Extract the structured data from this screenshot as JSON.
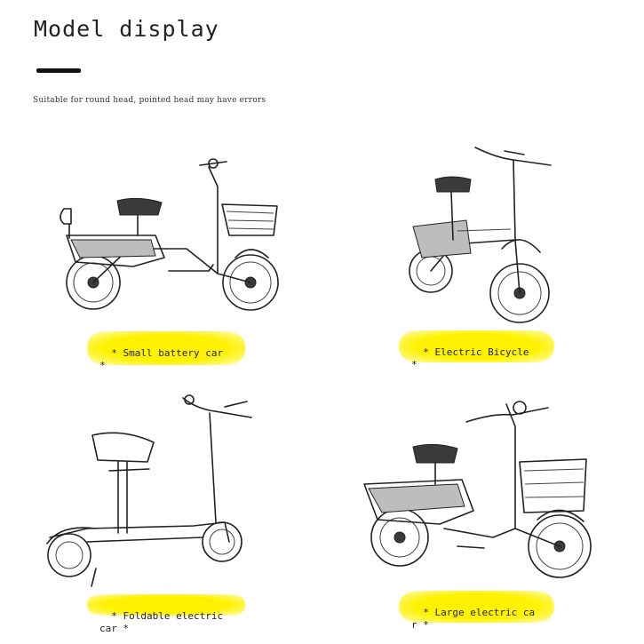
{
  "header": {
    "title": "Model display",
    "note": "Suitable for round head, pointed head may have errors"
  },
  "models": [
    {
      "label_line1": "* Small battery car",
      "label_line2": "*",
      "icon": "small-battery-car-icon"
    },
    {
      "label_line1": "* Electric Bicycle",
      "label_line2": "*",
      "icon": "electric-bicycle-icon"
    },
    {
      "label_line1": "* Foldable electric car *",
      "label_line2": "",
      "icon": "foldable-scooter-icon"
    },
    {
      "label_line1": "* Large electric ca",
      "label_line2": "r *",
      "icon": "large-electric-car-icon"
    }
  ],
  "colors": {
    "highlight": "#fff200",
    "text": "#222222"
  }
}
